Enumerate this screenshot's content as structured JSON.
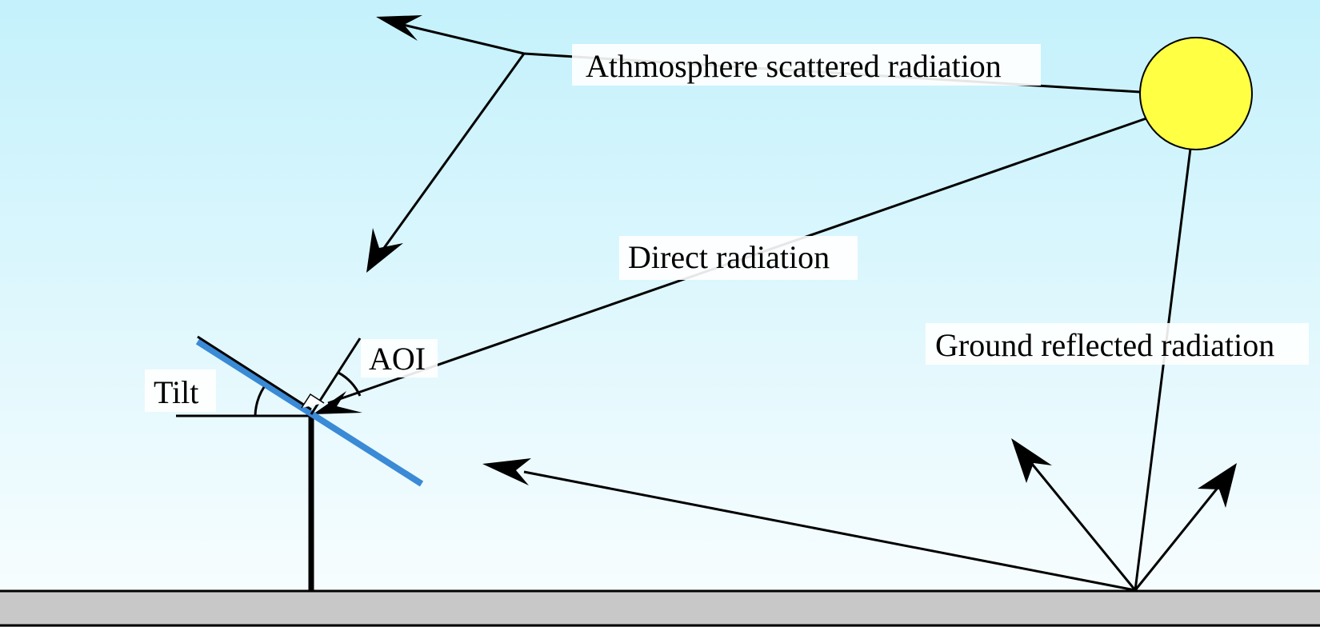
{
  "labels": {
    "atmosphere": "Athmosphere scattered radiation",
    "direct": "Direct radiation",
    "ground": "Ground reflected radiation",
    "aoi": "AOI",
    "tilt": "Tilt"
  },
  "colors": {
    "sky_top": "#c4f1fc",
    "sky_bottom": "#f7fdfe",
    "sun": "#ffff44",
    "panel": "#3a8ad6",
    "ground": "#c8c8c8",
    "label_bg": "#ffffff",
    "line": "#000000"
  }
}
